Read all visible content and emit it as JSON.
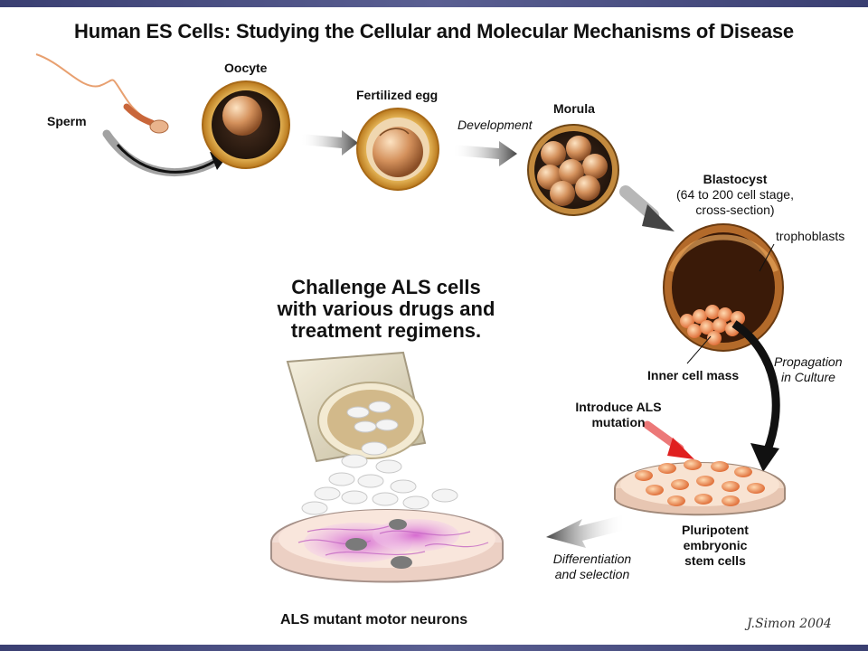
{
  "title": "Human ES Cells: Studying the Cellular and Molecular Mechanisms of Disease",
  "labels": {
    "sperm": "Sperm",
    "oocyte": "Oocyte",
    "fertilized_egg": "Fertilized egg",
    "development": "Development",
    "morula": "Morula",
    "blastocyst_title": "Blastocyst",
    "blastocyst_line1": "(64 to 200 cell stage,",
    "blastocyst_line2": "cross-section)",
    "trophoblasts": "trophoblasts",
    "inner_cell_mass": "Inner cell mass",
    "propagation_line1": "Propagation",
    "propagation_line2": "in Culture",
    "introduce_line1": "Introduce ALS",
    "introduce_line2": "mutation",
    "pluripotent_line1": "Pluripotent",
    "pluripotent_line2": "embryonic",
    "pluripotent_line3": "stem cells",
    "differentiation_line1": "Differentiation",
    "differentiation_line2": "and selection",
    "challenge_line1": "Challenge ALS cells",
    "challenge_line2": "with various drugs and",
    "challenge_line3": "treatment regimens.",
    "motor_neurons": "ALS mutant motor neurons",
    "signature": "J.Simon 2004"
  },
  "colors": {
    "header_band": "#3a3f72",
    "shell": "#d9a23a",
    "cell": "#c98a5a",
    "mutation_arrow": "#e02020",
    "arrow": "#222222"
  },
  "icons": [
    "sperm-icon",
    "oocyte-icon",
    "fertilized-egg-icon",
    "morula-icon",
    "blastocyst-icon",
    "stem-cell-dish-icon",
    "pill-bottle-icon",
    "motor-neuron-dish-icon"
  ]
}
